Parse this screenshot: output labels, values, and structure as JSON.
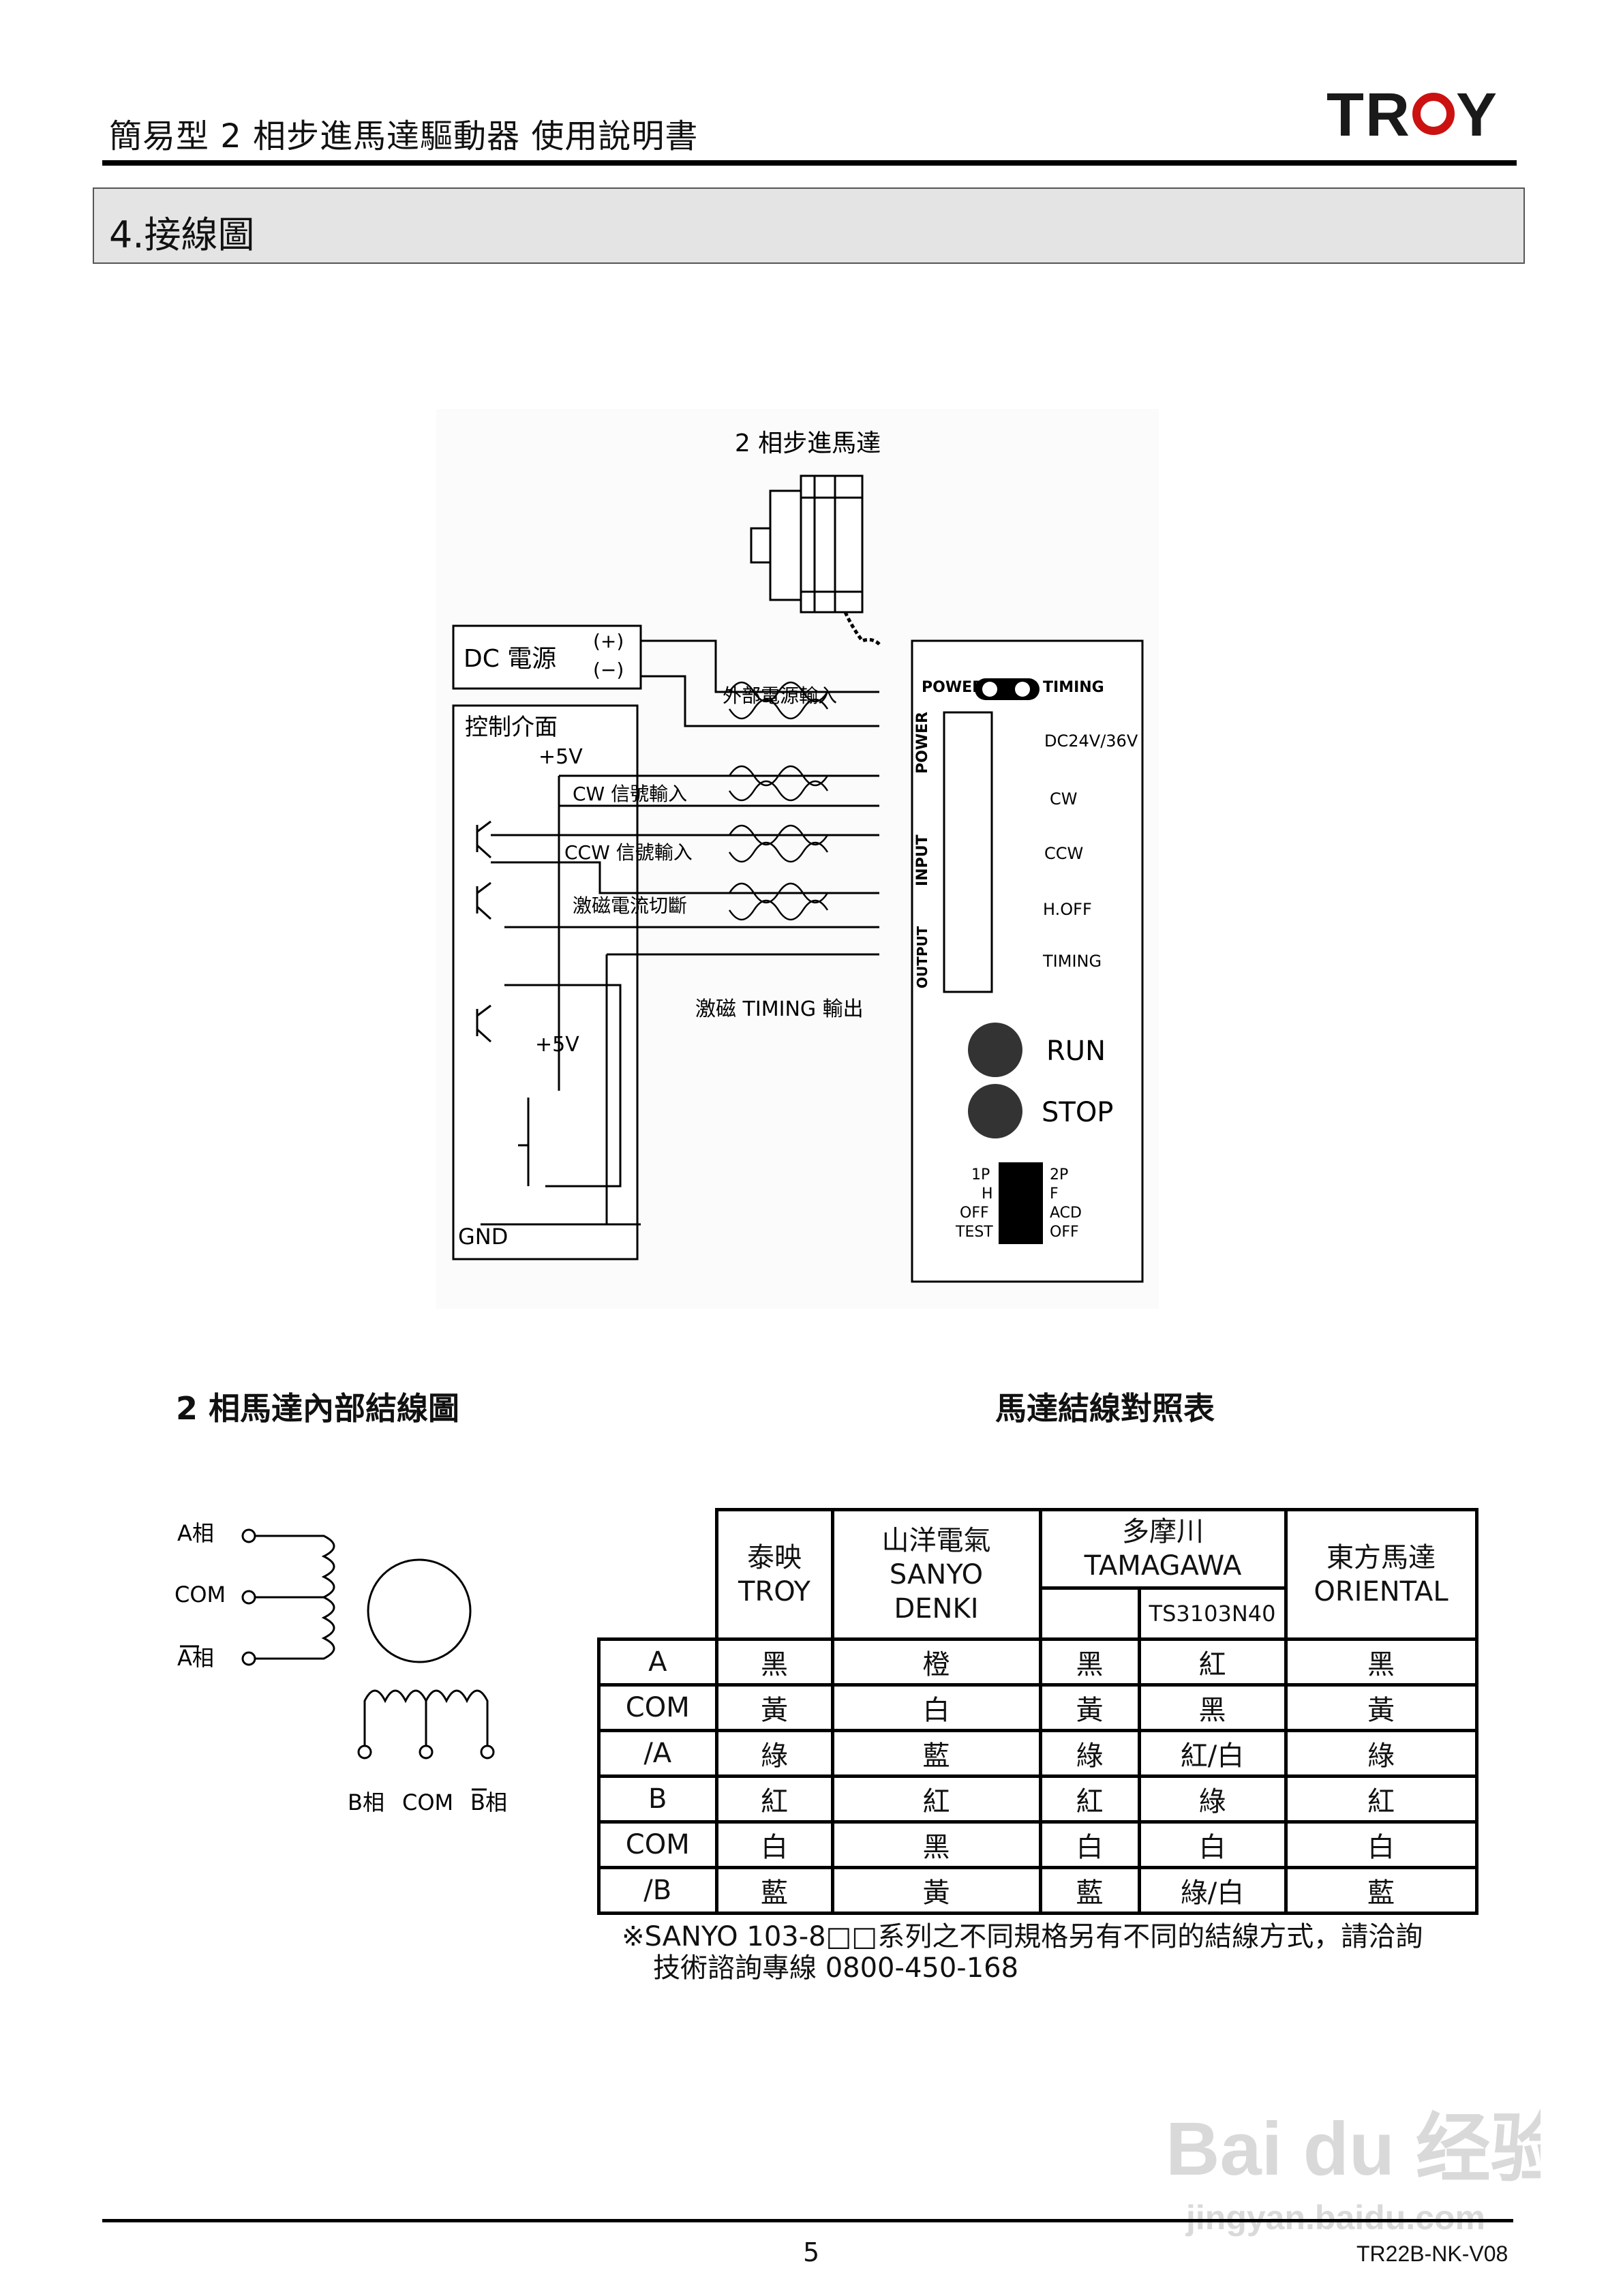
{
  "header": {
    "title": "簡易型 2 相步進馬達驅動器  使用說明書",
    "logo_text": "TROY"
  },
  "section": {
    "title": "4.接線圖"
  },
  "wiring_diagram": {
    "motor_label": "2 相步進馬達",
    "dc_source_label": "DC 電源",
    "plus_label": "(+)",
    "minus_label": "(−)",
    "control_label": "控制介面",
    "plus5v_label": "+5V",
    "ext_power_label": "外部電源輸入",
    "cw_label": "CW 信號輸入",
    "ccw_label": "CCW 信號輸入",
    "hoff_label": "激磁電流切斷",
    "timing_out_label": "激磁 TIMING 輸出",
    "gnd_label": "GND",
    "driver": {
      "power_led": "POWER",
      "timing_led": "TIMING",
      "group_power": "POWER",
      "group_input": "INPUT",
      "group_output": "OUTPUT",
      "term_dc": "DC24V/36V",
      "term_cw": "CW",
      "term_ccw": "CCW",
      "term_hoff": "H.OFF",
      "term_timing": "TIMING",
      "run_label": "RUN",
      "stop_label": "STOP",
      "dip_left": [
        "1P",
        "H",
        "OFF",
        "TEST"
      ],
      "dip_right": [
        "2P",
        "F",
        "ACD",
        "OFF"
      ]
    }
  },
  "internal": {
    "title": "2 相馬達內部結線圖",
    "a_label": "A相",
    "com_label": "COM",
    "abar_label": "A相",
    "b_label": "B相",
    "bcom_label": "COM",
    "bbar_label": "B相"
  },
  "table": {
    "title": "馬達結線對照表",
    "headers": {
      "troy": [
        "泰映",
        "TROY"
      ],
      "sanyo": [
        "山洋電氣",
        "SANYO",
        "DENKI"
      ],
      "tamagawa": [
        "多摩川",
        "TAMAGAWA"
      ],
      "tamagawa_sub": "TS3103N40",
      "oriental": [
        "東方馬達",
        "ORIENTAL"
      ]
    },
    "rows": [
      {
        "label": "A",
        "cells": [
          "黑",
          "橙",
          "黑",
          "紅",
          "黑"
        ]
      },
      {
        "label": "COM",
        "cells": [
          "黃",
          "白",
          "黃",
          "黑",
          "黃"
        ]
      },
      {
        "label": "/A",
        "cells": [
          "綠",
          "藍",
          "綠",
          "紅/白",
          "綠"
        ]
      },
      {
        "label": "B",
        "cells": [
          "紅",
          "紅",
          "紅",
          "綠",
          "紅"
        ]
      },
      {
        "label": "COM",
        "cells": [
          "白",
          "黑",
          "白",
          "白",
          "白"
        ]
      },
      {
        "label": "/B",
        "cells": [
          "藍",
          "黃",
          "藍",
          "綠/白",
          "藍"
        ]
      }
    ],
    "note_line1": "※SANYO 103-8□□系列之不同規格另有不同的結線方式，請洽詢",
    "note_line2": "技術諮詢專線 0800-450-168"
  },
  "footer": {
    "page": "5",
    "code": "TR22B-NK-V08"
  },
  "watermark": {
    "text": "Bai du 经验",
    "url": "jingyan.baidu.com"
  }
}
